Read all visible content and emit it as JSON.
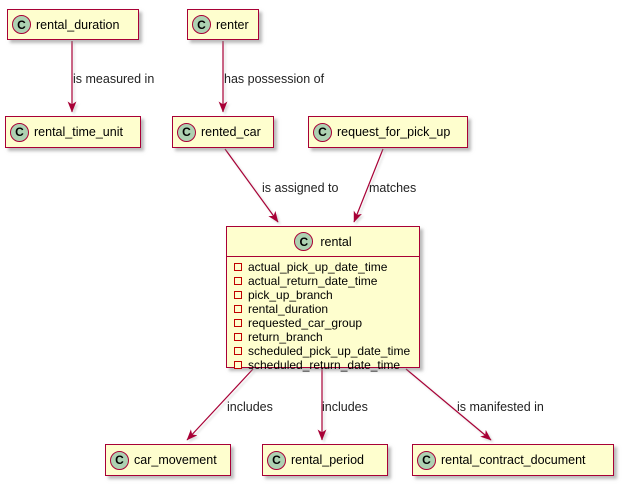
{
  "diagram": {
    "type": "uml-class-diagram",
    "class_letter": "C",
    "colors": {
      "box_fill": "#FEFECE",
      "box_border": "#A80036",
      "arrow": "#A80036",
      "class_spot_fill": "#ADD1B2",
      "field_icon": "#C00000",
      "background": "#FFFFFF"
    },
    "classes": [
      {
        "name": "rental_duration"
      },
      {
        "name": "renter"
      },
      {
        "name": "rental_time_unit"
      },
      {
        "name": "rented_car"
      },
      {
        "name": "request_for_pick_up"
      },
      {
        "name": "rental",
        "attributes": [
          "actual_pick_up_date_time",
          "actual_return_date_time",
          "pick_up_branch",
          "rental_duration",
          "requested_car_group",
          "return_branch",
          "scheduled_pick_up_date_time",
          "scheduled_return_date_time"
        ]
      },
      {
        "name": "car_movement"
      },
      {
        "name": "rental_period"
      },
      {
        "name": "rental_contract_document"
      }
    ],
    "edges": [
      {
        "from": "rental_duration",
        "to": "rental_time_unit",
        "label": "is measured in"
      },
      {
        "from": "renter",
        "to": "rented_car",
        "label": "has possession of"
      },
      {
        "from": "rented_car",
        "to": "rental",
        "label": "is assigned to"
      },
      {
        "from": "request_for_pick_up",
        "to": "rental",
        "label": "matches"
      },
      {
        "from": "rental",
        "to": "car_movement",
        "label": "includes"
      },
      {
        "from": "rental",
        "to": "rental_period",
        "label": "includes"
      },
      {
        "from": "rental",
        "to": "rental_contract_document",
        "label": "is manifested in"
      }
    ]
  }
}
